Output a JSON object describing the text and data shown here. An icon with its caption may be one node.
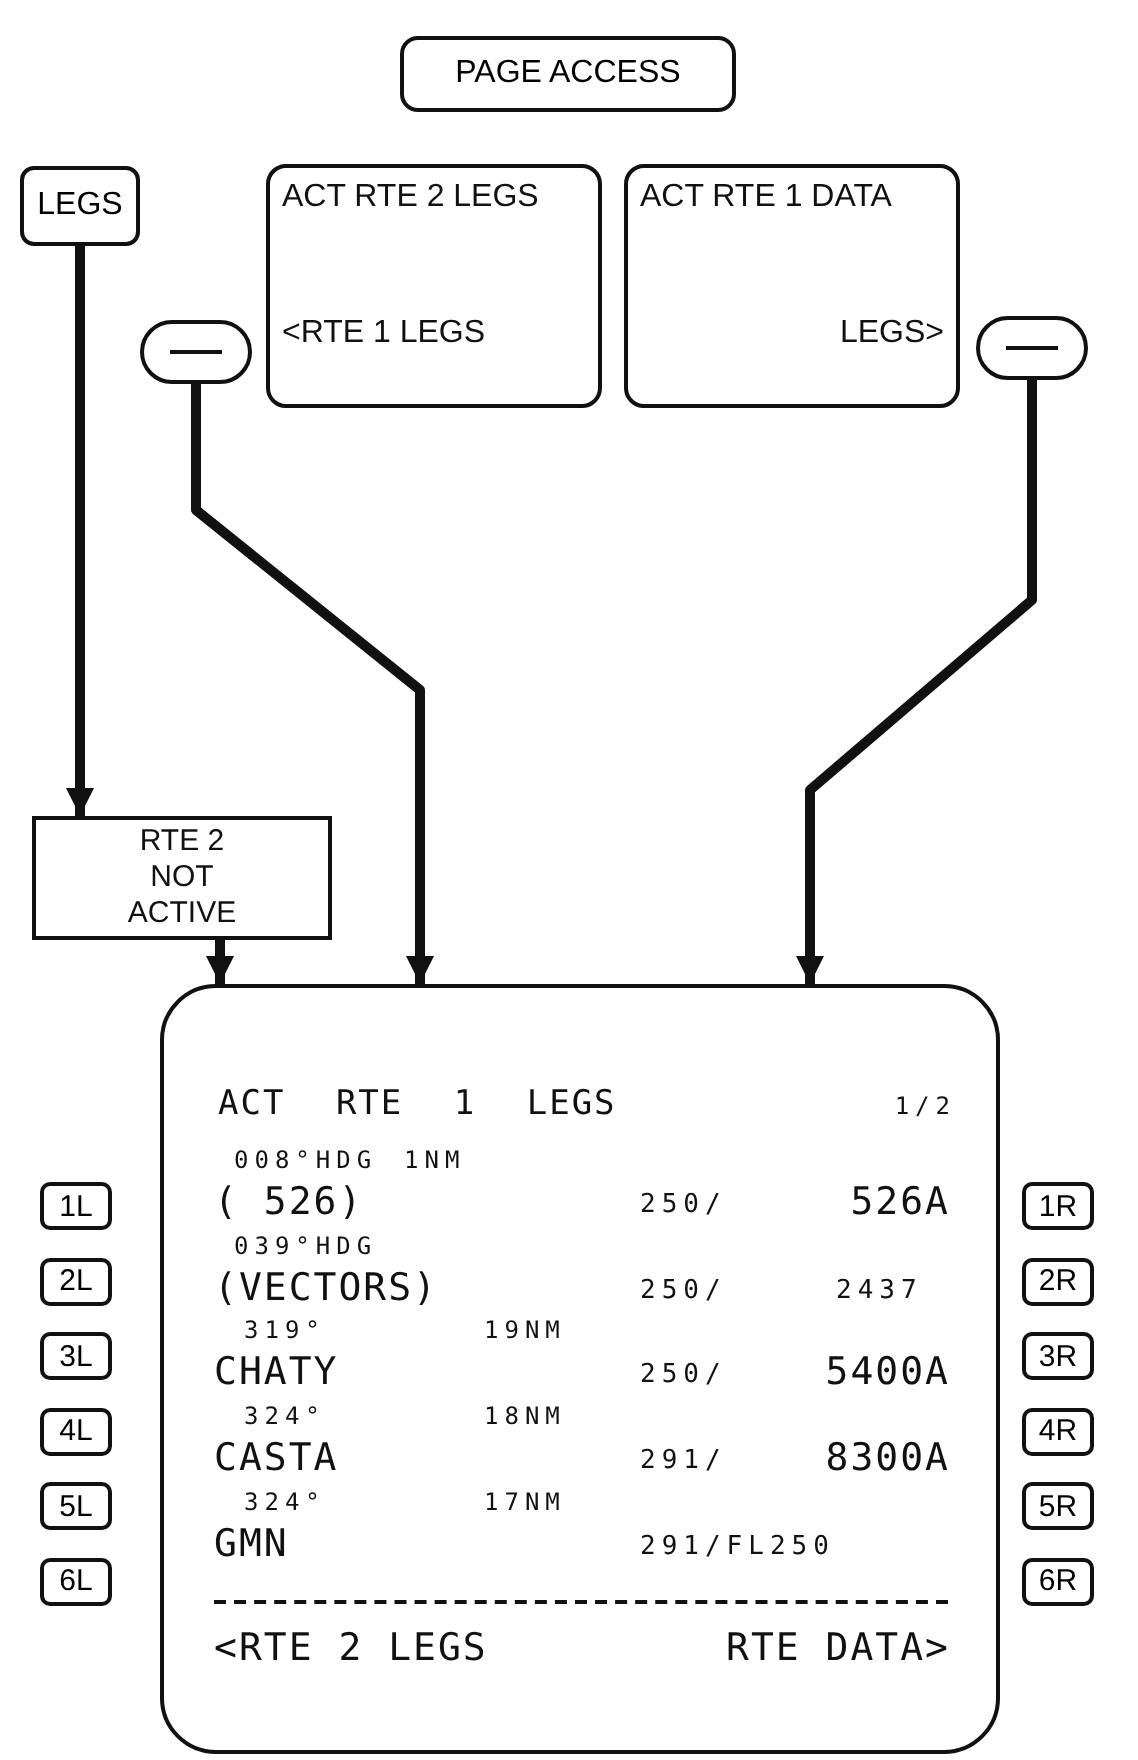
{
  "diagram": {
    "nodes": [
      {
        "text": [
          "PAGE ACCESS"
        ]
      },
      {
        "text": [
          "LEGS"
        ]
      },
      {
        "text": [],
        "shape": "box"
      },
      {
        "text": [
          "ACT RTE 2 LEGS",
          "<RTE 1 LEGS"
        ]
      },
      {
        "text": [
          "ACT RTE 1 DATA",
          "LEGS>"
        ]
      },
      {
        "text": [],
        "shape": "box"
      },
      {
        "text": [
          "RTE 2 NOT ACTIVE"
        ]
      },
      {
        "text": [
          "ACT RTE 1 LEGS",
          "1/2",
          "008°HDG",
          "1NM",
          "( 526)",
          "250/",
          "526A",
          "039°HDG",
          "(VECTORS)",
          "250/",
          "2437",
          "319°",
          "19NM",
          "CHATY",
          "250/",
          "5400A",
          "324°",
          "18NM",
          "CASTA",
          "291/",
          "8300A",
          "324°",
          "17NM",
          "GMN",
          "291/FL250",
          "<RTE 2 LEGS",
          "RTE DATA>"
        ]
      },
      {
        "text": [
          "1L"
        ]
      },
      {
        "text": [
          "1R"
        ]
      },
      {
        "text": [
          "2L"
        ]
      },
      {
        "text": [
          "2R"
        ]
      },
      {
        "text": [
          "3L"
        ]
      },
      {
        "text": [
          "3R"
        ]
      },
      {
        "text": [
          "4L"
        ]
      },
      {
        "text": [
          "4R"
        ]
      },
      {
        "text": [
          "5L"
        ]
      },
      {
        "text": [
          "5R"
        ]
      },
      {
        "text": [
          "6L"
        ]
      },
      {
        "text": [
          "6R"
        ]
      }
    ],
    "edges": [
      {
        "from": 1,
        "to": 6,
        "arrow": "to"
      },
      {
        "from": 6,
        "to": 7,
        "arrow": "to"
      },
      {
        "from": 2,
        "to": 7,
        "arrow": "to"
      },
      {
        "from": 5,
        "to": 7,
        "arrow": "to"
      }
    ]
  }
}
